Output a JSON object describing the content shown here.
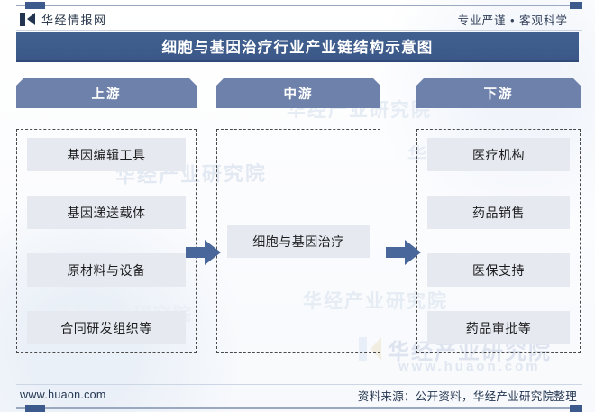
{
  "header": {
    "brand_name": "华经情报网",
    "brand_logo_icon": "huajing-book-mark-icon",
    "tagline": "专业严谨 • 客观科学"
  },
  "title": {
    "text": "细胞与基因治疗行业产业链结构示意图"
  },
  "diagram": {
    "columns": [
      {
        "key": "upstream",
        "header": "上游",
        "items": [
          "基因编辑工具",
          "基因递送载体",
          "原材料与设备",
          "合同研发组织等"
        ]
      },
      {
        "key": "midstream",
        "header": "中游",
        "items": [
          "细胞与基因治疗"
        ]
      },
      {
        "key": "downstream",
        "header": "下游",
        "items": [
          "医疗机构",
          "药品销售",
          "医保支持",
          "药品审批等"
        ]
      }
    ],
    "connectors": [
      {
        "key": "upstream-to-midstream",
        "icon": "arrow-right-icon"
      },
      {
        "key": "midstream-to-downstream",
        "icon": "arrow-right-icon"
      }
    ]
  },
  "watermarks": {
    "institute": "华经产业研究院",
    "site": "www.huaon.com",
    "faint_a": "华经产业研究院",
    "faint_b": "华经产业研究院",
    "faint_c": "华经产业研究院",
    "faint_d": "华经产业研究院",
    "faint_e": "华经产业研究院"
  },
  "footer": {
    "url": "www.huaon.com",
    "source": "资料来源：公开资料，华经产业研究院整理"
  },
  "colors": {
    "title_bar": "#3b5889",
    "column_header": "#6d81ab",
    "item_box": "#e6eaf0",
    "arrow": "#4a6severe",
    "arrow_fill": "#4a679b",
    "accent_rule": "#3c5a8c",
    "dashed_border": "#4a4a4a"
  }
}
